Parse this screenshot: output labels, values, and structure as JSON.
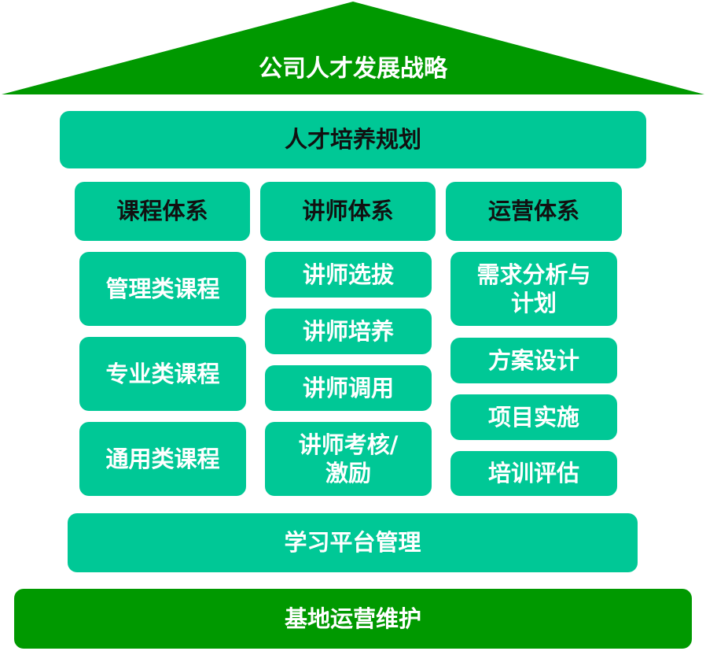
{
  "colors": {
    "roof": "#009900",
    "box": "#00c896",
    "base": "#009900",
    "light_text": "#ffffff",
    "dark_text": "#111111"
  },
  "roof": {
    "title": "公司人才发展战略"
  },
  "planning": {
    "label": "人才培养规划"
  },
  "columns": [
    {
      "header": "课程体系",
      "items": [
        "管理类课程",
        "专业类课程",
        "通用类课程"
      ]
    },
    {
      "header": "讲师体系",
      "items": [
        "讲师选拔",
        "讲师培养",
        "讲师调用",
        "讲师考核/\n激励"
      ]
    },
    {
      "header": "运营体系",
      "items": [
        "需求分析与\n计划",
        "方案设计",
        "项目实施",
        "培训评估"
      ]
    }
  ],
  "platform": {
    "label": "学习平台管理"
  },
  "base": {
    "label": "基地运营维护"
  }
}
